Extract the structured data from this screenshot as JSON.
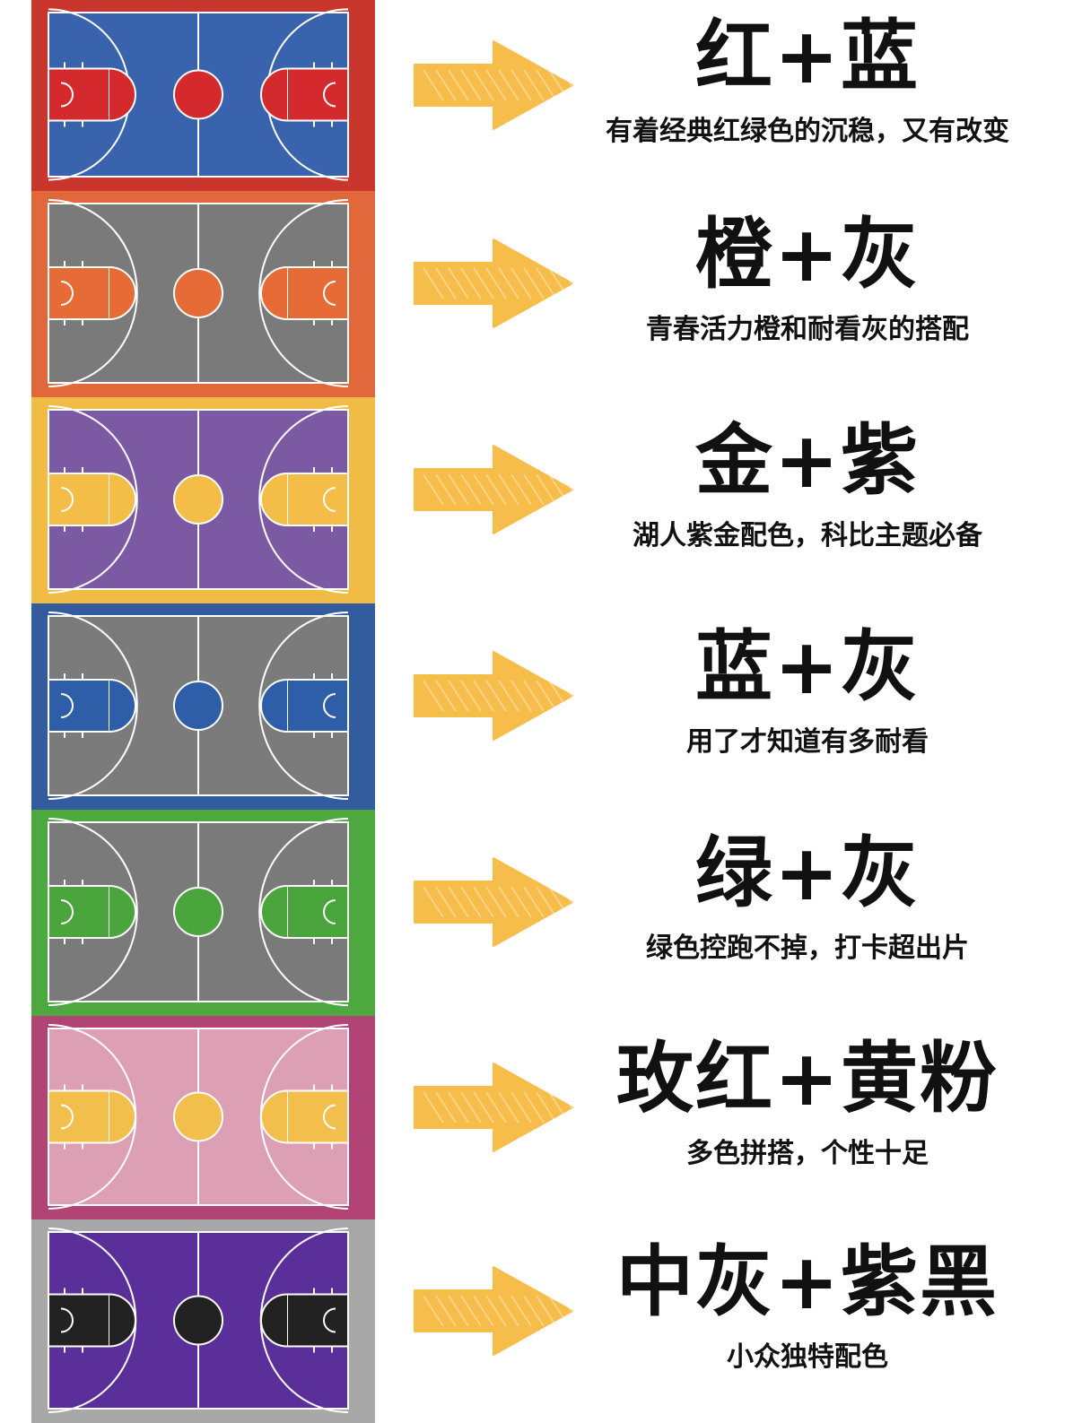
{
  "rows": [
    {
      "title": "红+蓝",
      "subtitle": "有着经典红绿色的沉稳，又有改变",
      "colors": {
        "border": "#c8362d",
        "court": "#3a63ad",
        "accent": "#d42a2e"
      }
    },
    {
      "title": "橙+灰",
      "subtitle": "青春活力橙和耐看灰的搭配",
      "colors": {
        "border": "#e0683a",
        "court": "#7a7a7a",
        "accent": "#e76b36"
      }
    },
    {
      "title": "金+紫",
      "subtitle": "湖人紫金配色，科比主题必备",
      "colors": {
        "border": "#f1bc46",
        "court": "#7c5aa3",
        "accent": "#f3bd48"
      }
    },
    {
      "title": "蓝+灰",
      "subtitle": "用了才知道有多耐看",
      "colors": {
        "border": "#335c9f",
        "court": "#7b7b7b",
        "accent": "#2f5ea8"
      }
    },
    {
      "title": "绿+灰",
      "subtitle": "绿色控跑不掉，打卡超出片",
      "colors": {
        "border": "#4da840",
        "court": "#7a7a7a",
        "accent": "#4aa53c"
      }
    },
    {
      "title": "玫红+黄粉",
      "subtitle": "多色拼搭，个性十足",
      "colors": {
        "border": "#b14475",
        "court": "#dc9fb4",
        "accent": "#f3bf4c"
      }
    },
    {
      "title": "中灰+紫黑",
      "subtitle": "小众独特配色",
      "colors": {
        "border": "#a8a8a8",
        "court": "#5a2f9a",
        "accent": "#222222"
      }
    }
  ],
  "icons": {
    "court": "basketball-court-icon",
    "arrow": "yellow-arrow-icon"
  },
  "arrow_color": "#f6bd4a"
}
